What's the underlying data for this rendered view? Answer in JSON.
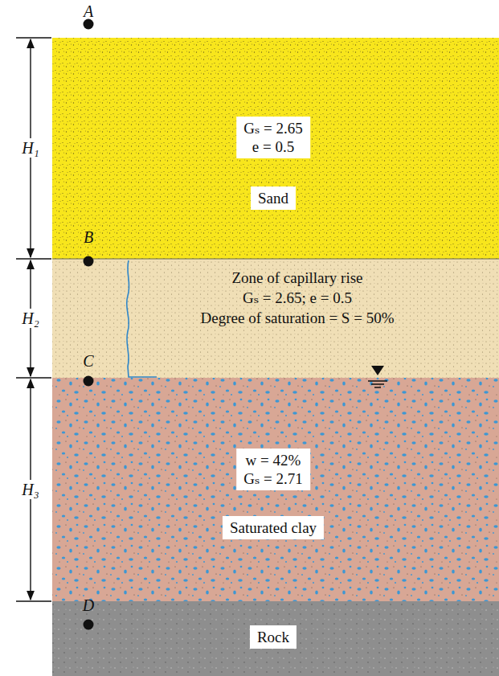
{
  "diagram": {
    "nodes": [
      {
        "text": [
          "Gₛ = 2.65",
          "e = 0.5",
          "Sand"
        ]
      },
      {
        "text": [
          "Zone of capillary rise",
          "Gₛ = 2.65; e = 0.5",
          "Degree of saturation = S = 50%"
        ]
      },
      {
        "text": [
          "w = 42%",
          "Gₛ = 2.71",
          "Saturated clay"
        ]
      },
      {
        "text": [
          "Rock"
        ]
      }
    ],
    "labels": [
      "A",
      "B",
      "C",
      "D",
      "H₁",
      "H₂",
      "H₃"
    ]
  }
}
